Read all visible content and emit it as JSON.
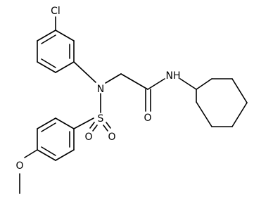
{
  "structure": {
    "atoms": [
      {
        "id": "cl",
        "text": "Cl"
      },
      {
        "id": "n_sulfonamide",
        "text": "N"
      },
      {
        "id": "nh_amide",
        "text": "NH"
      },
      {
        "id": "s",
        "text": "S"
      },
      {
        "id": "o_sulfonyl_left",
        "text": "O"
      },
      {
        "id": "o_sulfonyl_right",
        "text": "O"
      },
      {
        "id": "o_carbonyl",
        "text": "O"
      },
      {
        "id": "o_methoxy",
        "text": "O"
      }
    ]
  }
}
